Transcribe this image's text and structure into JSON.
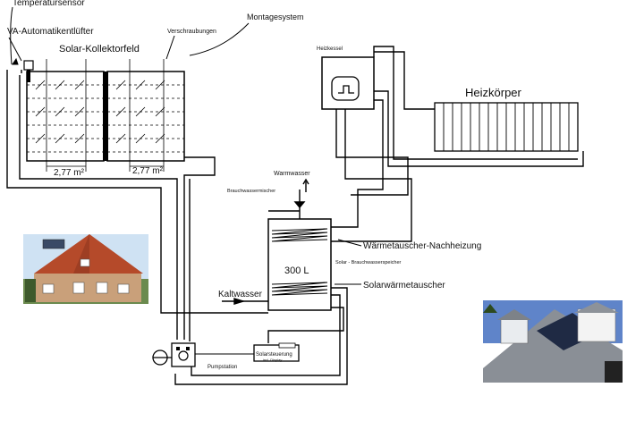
{
  "labels": {
    "temperatursensor": "Temperatursensor",
    "automatikentluefter": "VA-Automatikentlüfter",
    "kollektorfeld": "Solar-Kollektorfeld",
    "verschraubungen": "Verschraubungen",
    "montagesystem": "Montagesystem",
    "heizkessel": "Heizkessel",
    "heizkoerper": "Heizkörper",
    "area_left": "2,77 m²",
    "area_right": "2,77 m²",
    "warmwasser": "Warmwasser",
    "brauchwassermischer": "Brauchwassermischer",
    "waermetauscher_nachheizung": "Wärmetauscher-Nachheizung",
    "speicher_volumen": "300 L",
    "solar_brauchwasserspeicher": "Solar - Brauchwasserspeicher",
    "solarwaermetauscher": "Solarwärmetauscher",
    "kaltwasser": "Kaltwasser",
    "solarsteuerung": "Solarsteuerung",
    "display": "incl. Display",
    "pumpstation": "Pumpstation"
  },
  "colors": {
    "pipe": "#000000",
    "photo_sky": "#cfe2f3",
    "roof": "#b54a2a",
    "wall": "#c9a07a"
  }
}
